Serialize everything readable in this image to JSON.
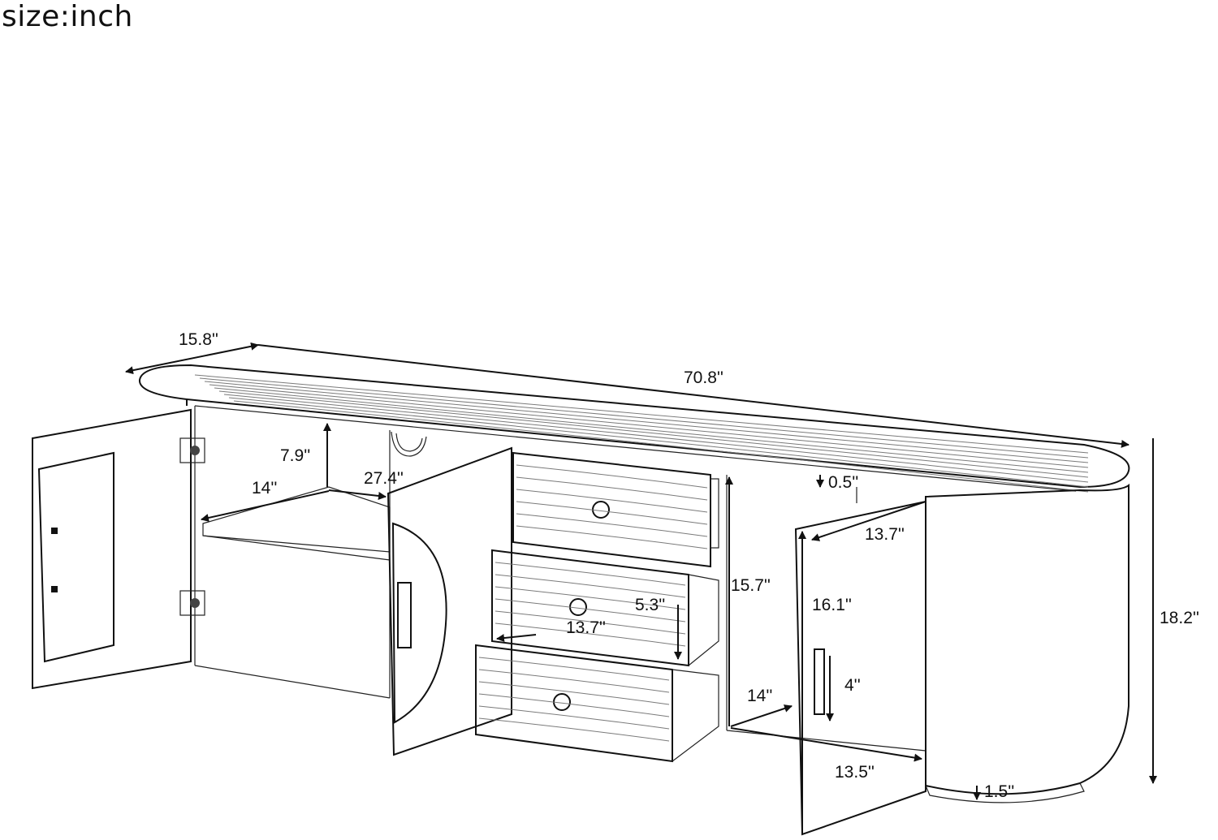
{
  "heading": "size:inch",
  "dimensions": {
    "depth": "15.8''",
    "length": "70.8''",
    "shelf_height": "7.9''",
    "shelf_depth": "14''",
    "open_width": "27.4''",
    "top_gap": "0.5''",
    "door_width": "13.7''",
    "cabinet_height": "15.7''",
    "door_height": "16.1''",
    "drawer_height": "5.3''",
    "drawer_width": "13.7''",
    "inner_depth": "14''",
    "handle_length": "4''",
    "inner_width": "13.5''",
    "total_height": "18.2''",
    "leg_height": "1.5''"
  },
  "colors": {
    "line": "#111111",
    "wood": "#9a9a9a",
    "background": "#ffffff"
  }
}
